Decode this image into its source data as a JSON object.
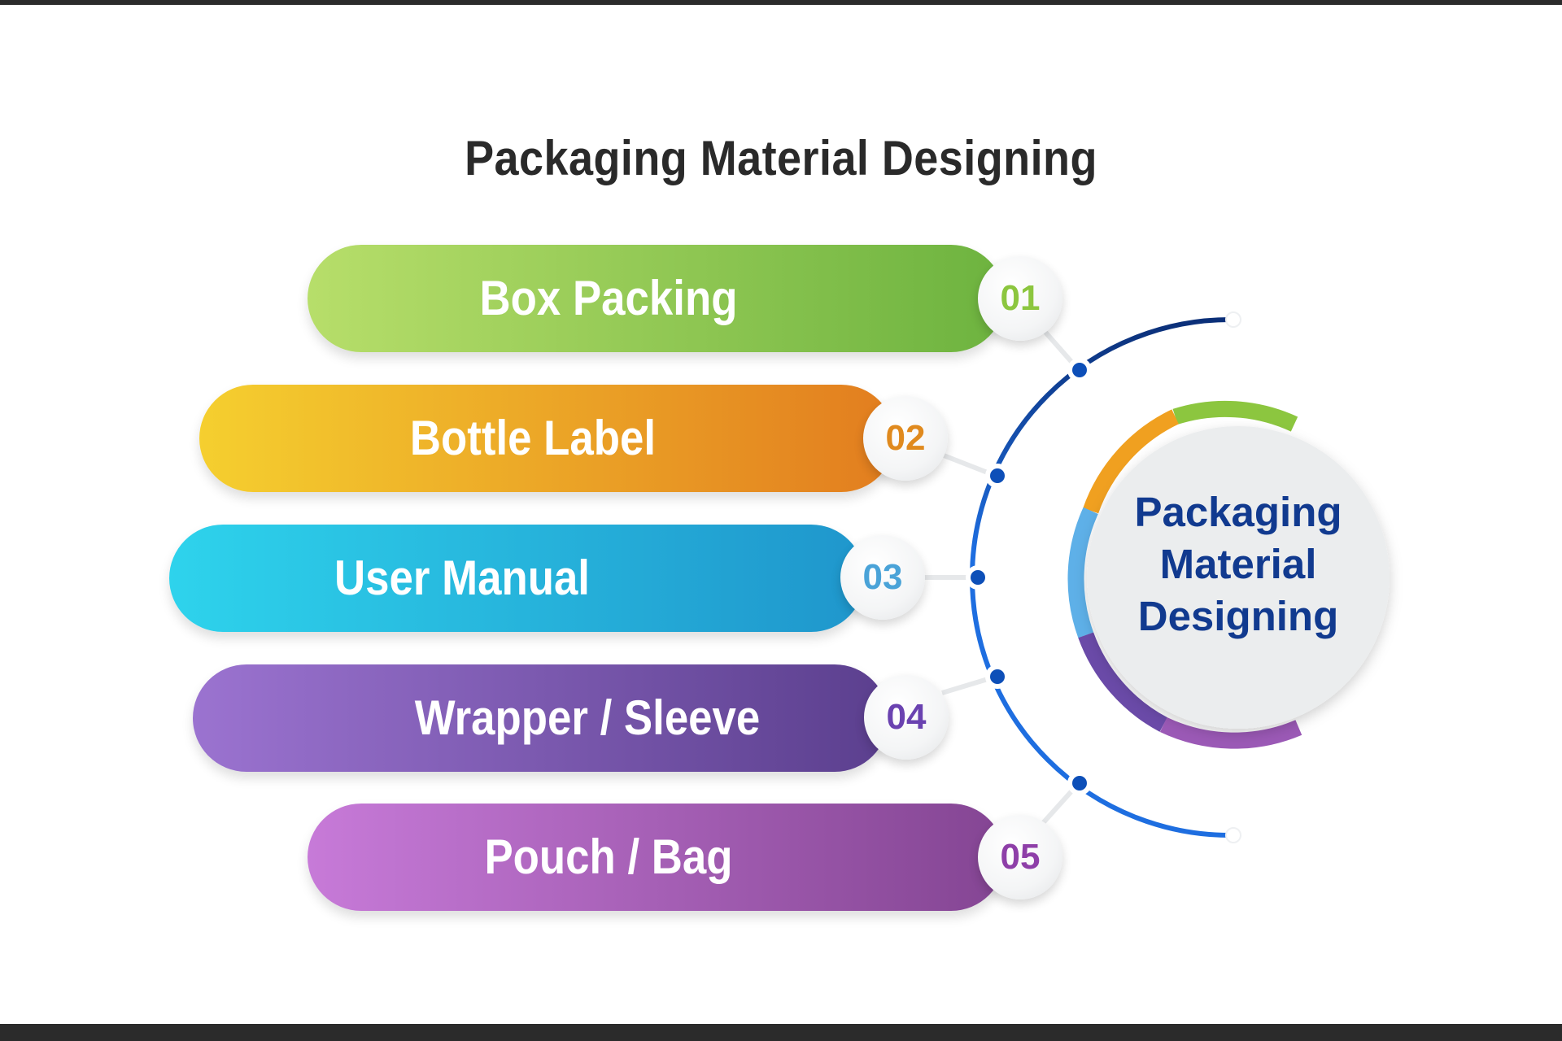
{
  "title": "Packaging Material Designing",
  "hub": {
    "line1": "Packaging",
    "line2": "Material",
    "line3": "Designing"
  },
  "items": [
    {
      "number": "01",
      "label": "Box Packing",
      "color_start": "#b7de6a",
      "color_end": "#6db33f",
      "number_color": "#8cc63f"
    },
    {
      "number": "02",
      "label": "Bottle Label",
      "color_start": "#f5cf2f",
      "color_end": "#e27d1f",
      "number_color": "#e08a1e"
    },
    {
      "number": "03",
      "label": "User Manual",
      "color_start": "#2ed3ec",
      "color_end": "#1f96cc",
      "number_color": "#4aa3d8"
    },
    {
      "number": "04",
      "label": "Wrapper / Sleeve",
      "color_start": "#9b73d0",
      "color_end": "#5b3f8e",
      "number_color": "#6a42b0"
    },
    {
      "number": "05",
      "label": "Pouch / Bag",
      "color_start": "#c77ad8",
      "color_end": "#844593",
      "number_color": "#8e3fa8"
    }
  ],
  "colors": {
    "arc_dark": "#0b2f78",
    "arc_light": "#1e6ee0",
    "node": "#0d4fb8",
    "hub_fill": "#ebedee",
    "title": "#2a2a2a"
  }
}
